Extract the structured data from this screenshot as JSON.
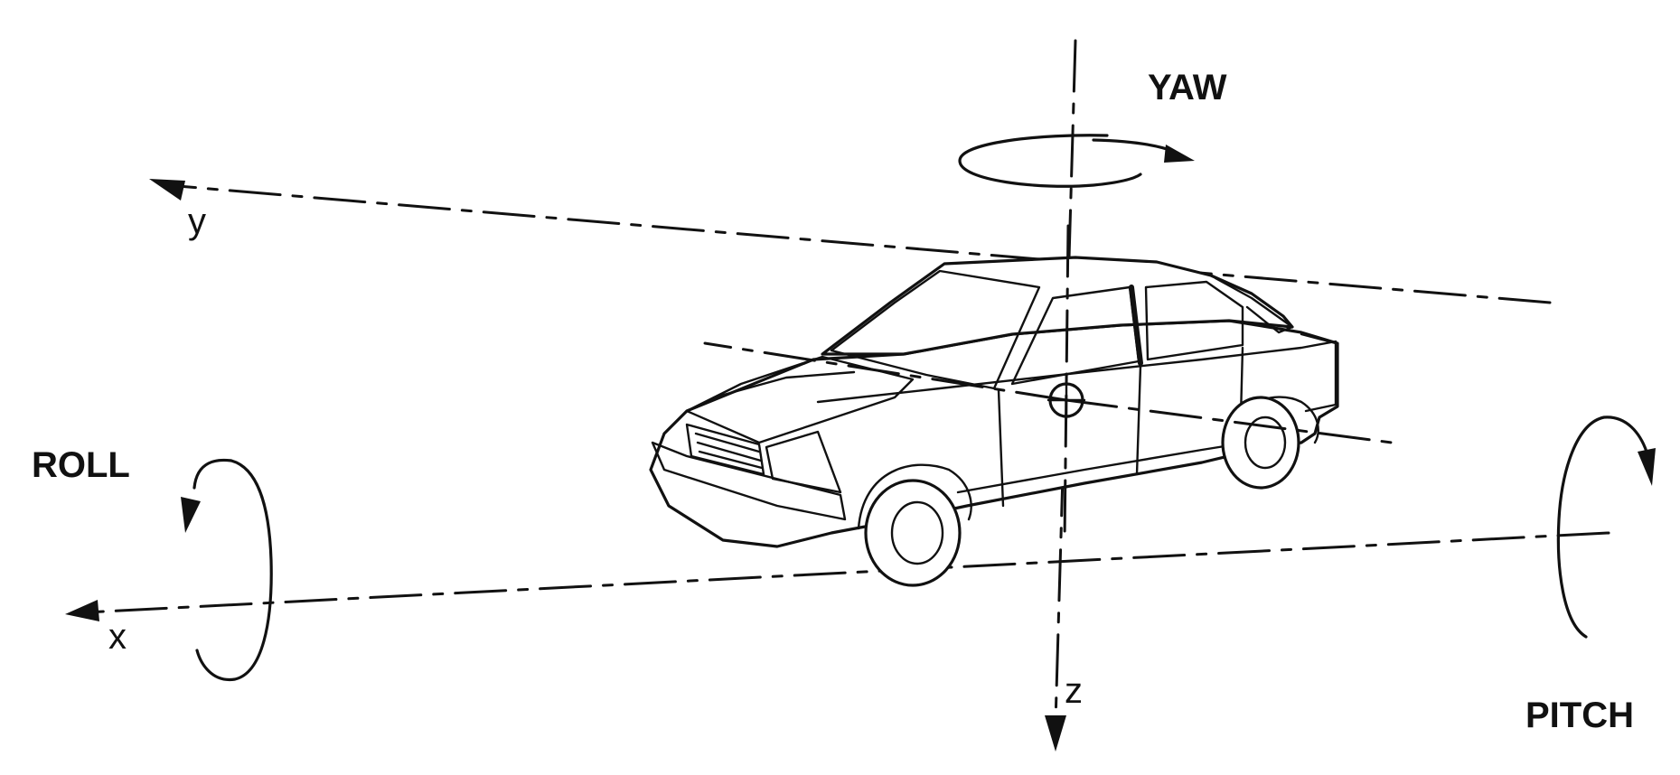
{
  "labels": {
    "yaw": "YAW",
    "roll": "ROLL",
    "pitch": "PITCH",
    "x_axis": "x",
    "y_axis": "y",
    "z_axis": "z"
  },
  "colors": {
    "ink": "#111111",
    "background": "#ffffff"
  }
}
